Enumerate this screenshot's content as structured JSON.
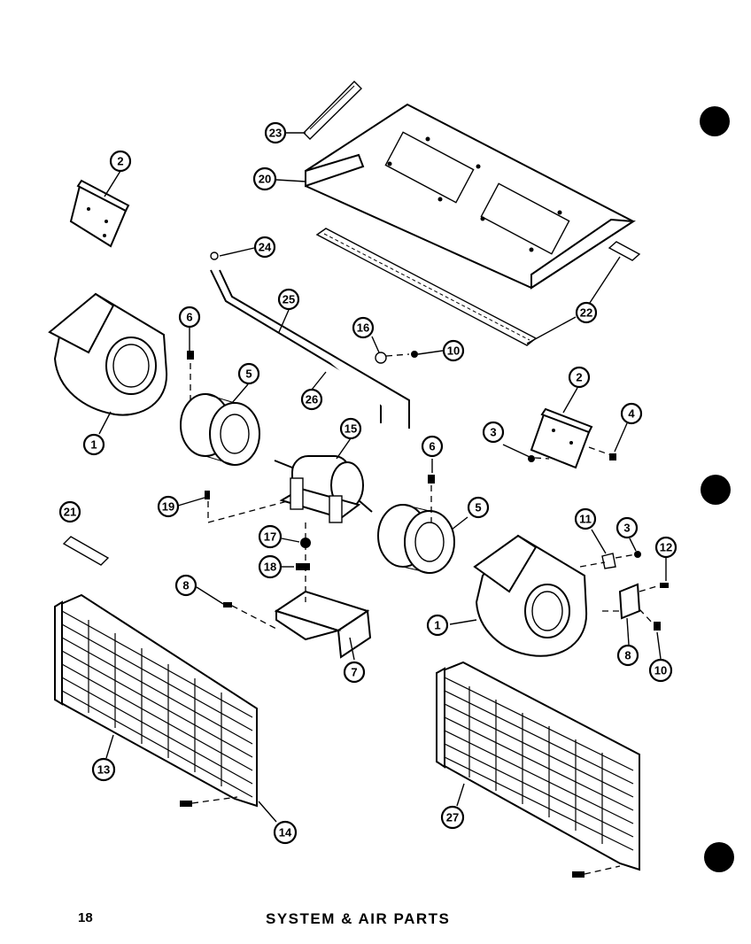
{
  "diagram": {
    "callouts": {
      "c1a": "1",
      "c1b": "1",
      "c2a": "2",
      "c2b": "2",
      "c3a": "3",
      "c3b": "3",
      "c4": "4",
      "c5a": "5",
      "c5b": "5",
      "c6a": "6",
      "c6b": "6",
      "c7": "7",
      "c8a": "8",
      "c8b": "8",
      "c10a": "10",
      "c10b": "10",
      "c11": "11",
      "c12": "12",
      "c13": "13",
      "c14": "14",
      "c15": "15",
      "c16": "16",
      "c17": "17",
      "c18": "18",
      "c19": "19",
      "c20": "20",
      "c21": "21",
      "c22": "22",
      "c23": "23",
      "c24": "24",
      "c25": "25",
      "c26": "26",
      "c27": "27"
    }
  },
  "footer": {
    "page_number": "18",
    "title": "SYSTEM & AIR PARTS"
  }
}
